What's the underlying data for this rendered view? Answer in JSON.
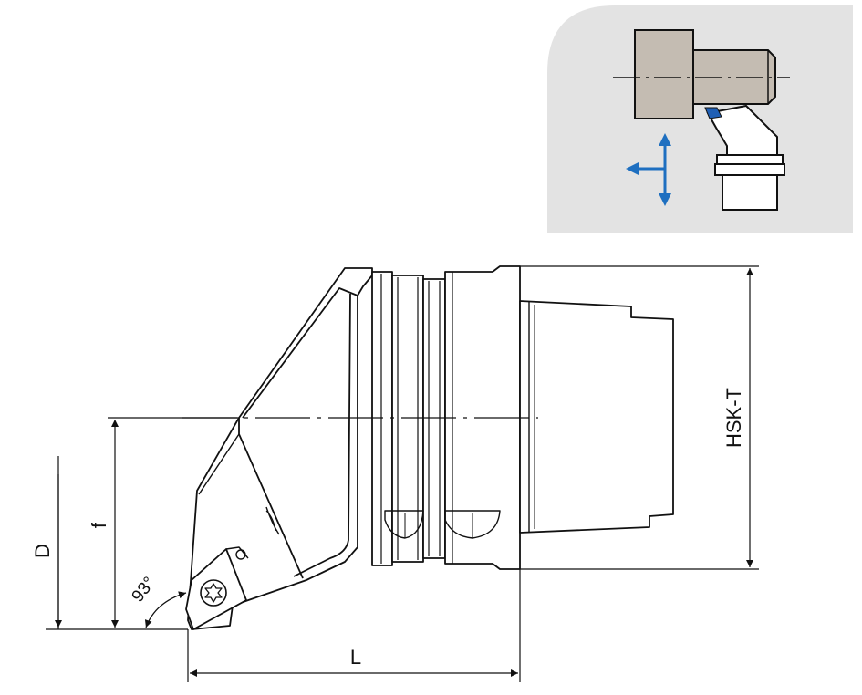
{
  "dimensions": {
    "diameter": "D",
    "offset": "f",
    "length": "L",
    "shank": "HSK-T",
    "angle": "93°"
  },
  "colors": {
    "inset_background": "#e3e3e3",
    "workpiece": "#c4bcb2",
    "motion_arrow": "#1e6fc0",
    "insert_blue": "#1f5fb5",
    "line": "#111111"
  },
  "icons": {
    "cutting_insert": "torx-screw-icon",
    "motion": "feed-direction-arrows-icon"
  }
}
